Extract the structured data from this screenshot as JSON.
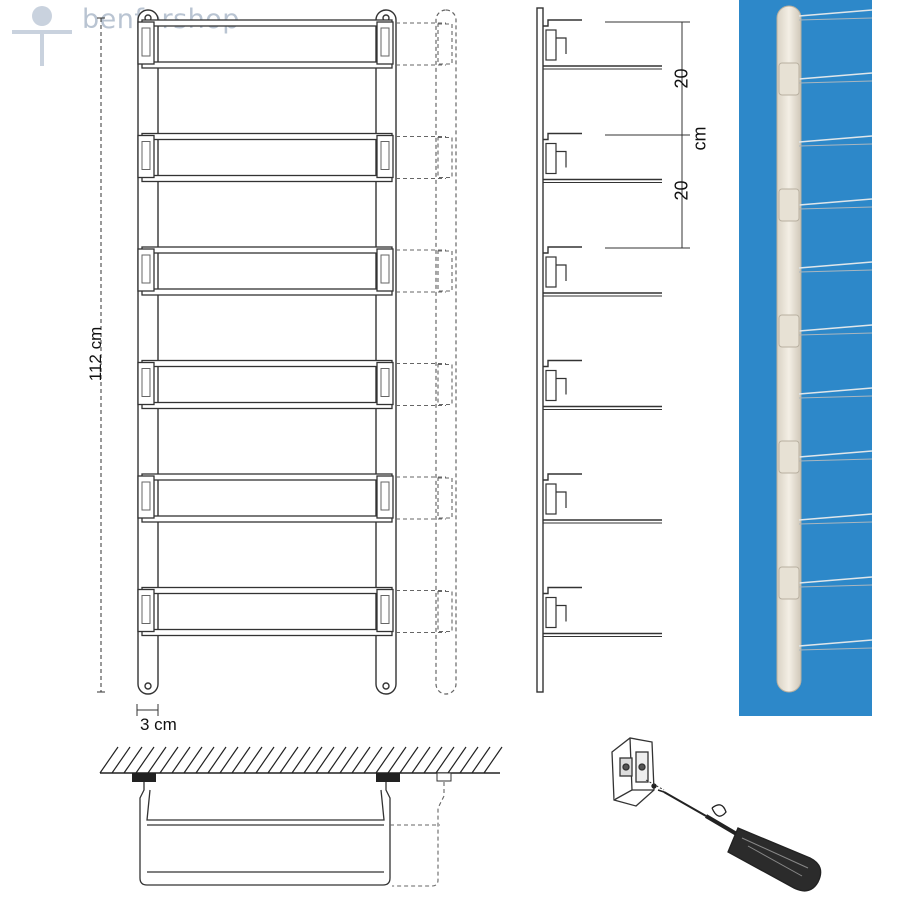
{
  "watermark": {
    "brand_text": "benfershop",
    "logo_icon": "person-silhouette-icon"
  },
  "front_view": {
    "height_label": "112 cm",
    "depth_label": "3 cm",
    "shelf_count": 6
  },
  "side_view": {
    "spacing_label_top": "20",
    "spacing_label_bottom": "20",
    "unit_label": "cm",
    "arm_count": 6
  },
  "top_view": {
    "wall_icon": "wall-hatch-icon"
  },
  "detail_view": {
    "tool_icon": "screwdriver-icon",
    "bracket_icon": "wall-bracket-icon"
  },
  "photo": {
    "background_color": "#2d88c9",
    "rail_color": "#efe9dd",
    "arm_count": 11
  },
  "colors": {
    "line": "#333333",
    "dashed": "#666666",
    "watermark": "#b9c4d2"
  }
}
